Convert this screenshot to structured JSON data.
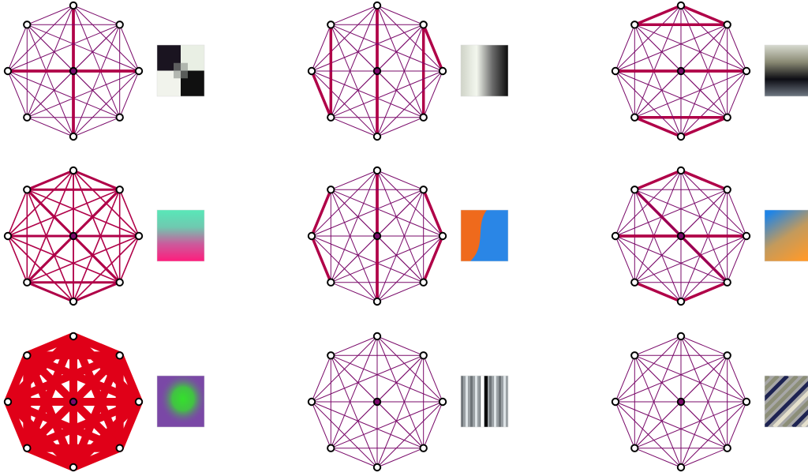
{
  "layout": {
    "rows": 3,
    "cols": 3,
    "nodes_per_graph": 9
  },
  "colors": {
    "edge_default": "#7a0a6a",
    "edge_strong": "#b00048",
    "edge_max": "#e00018",
    "node_stroke": "#000000",
    "node_fill": "#ffffff",
    "center_node_fill": "#7a0a6a"
  },
  "panels": [
    {
      "id": "r1c1",
      "edge_style": "thin",
      "strong_edges": [
        [
          0,
          4
        ],
        [
          2,
          6
        ],
        [
          8,
          0
        ],
        [
          8,
          4
        ],
        [
          8,
          2
        ],
        [
          8,
          6
        ]
      ],
      "texture": {
        "kind": "checker",
        "colors": [
          "#1a1420",
          "#e9efe4",
          "#f1f3ec",
          "#101010"
        ]
      }
    },
    {
      "id": "r1c2",
      "edge_style": "thin",
      "strong_edges": [
        [
          0,
          4
        ],
        [
          7,
          5
        ],
        [
          1,
          3
        ],
        [
          5,
          6
        ],
        [
          1,
          2
        ],
        [
          8,
          0
        ],
        [
          8,
          4
        ]
      ],
      "texture": {
        "kind": "vertical-bands",
        "colors": [
          "#cfd3c8",
          "#f3f7ee",
          "#6b6b6b",
          "#0b0b0b"
        ]
      }
    },
    {
      "id": "r1c3",
      "edge_style": "thin",
      "strong_edges": [
        [
          2,
          6
        ],
        [
          7,
          1
        ],
        [
          5,
          3
        ],
        [
          7,
          0
        ],
        [
          0,
          1
        ],
        [
          5,
          4
        ],
        [
          4,
          3
        ],
        [
          8,
          2
        ],
        [
          8,
          6
        ]
      ],
      "texture": {
        "kind": "horizontal-bands",
        "colors": [
          "#d7dad0",
          "#8a8a74",
          "#0d0d14",
          "#6e7782"
        ]
      }
    },
    {
      "id": "r2c1",
      "edge_style": "medium",
      "strong_edges": [
        [
          2,
          6
        ],
        [
          7,
          1
        ],
        [
          5,
          3
        ],
        [
          7,
          0
        ],
        [
          0,
          1
        ],
        [
          5,
          4
        ],
        [
          4,
          3
        ],
        [
          8,
          2
        ],
        [
          8,
          6
        ],
        [
          7,
          3
        ],
        [
          1,
          5
        ],
        [
          8,
          7
        ],
        [
          8,
          1
        ],
        [
          8,
          3
        ],
        [
          8,
          5
        ]
      ],
      "texture": {
        "kind": "horizontal-bands",
        "colors": [
          "#58e8b8",
          "#6fc9b0",
          "#cc5a9c",
          "#ff1c7c"
        ]
      }
    },
    {
      "id": "r2c2",
      "edge_style": "thin",
      "strong_edges": [
        [
          0,
          4
        ],
        [
          6,
          7
        ],
        [
          6,
          5
        ],
        [
          2,
          1
        ],
        [
          2,
          3
        ],
        [
          8,
          0
        ],
        [
          8,
          4
        ]
      ],
      "texture": {
        "kind": "split",
        "colors": [
          "#ef6a1c",
          "#2a86e6"
        ]
      }
    },
    {
      "id": "r2c3",
      "edge_style": "thin",
      "strong_edges": [
        [
          2,
          6
        ],
        [
          7,
          0
        ],
        [
          0,
          1
        ],
        [
          5,
          4
        ],
        [
          4,
          3
        ],
        [
          7,
          3
        ],
        [
          8,
          2
        ],
        [
          8,
          6
        ]
      ],
      "texture": {
        "kind": "diagonal",
        "colors": [
          "#1f84e6",
          "#c39a5c",
          "#ff9a2a"
        ]
      }
    },
    {
      "id": "r3c1",
      "edge_style": "max",
      "strong_edges": "all",
      "texture": {
        "kind": "blob",
        "colors": [
          "#7a48a6",
          "#34e02c"
        ]
      }
    },
    {
      "id": "r3c2",
      "edge_style": "thin",
      "strong_edges": [],
      "texture": {
        "kind": "stripes-vertical",
        "colors": [
          "#9aa0a4",
          "#dde3e6",
          "#0a0a0a",
          "#ffffff"
        ]
      }
    },
    {
      "id": "r3c3",
      "edge_style": "thin",
      "strong_edges": [],
      "texture": {
        "kind": "stripes-diagonal",
        "colors": [
          "#a7a7a7",
          "#e6e1ce",
          "#1d2352",
          "#8c8e78"
        ]
      }
    }
  ]
}
